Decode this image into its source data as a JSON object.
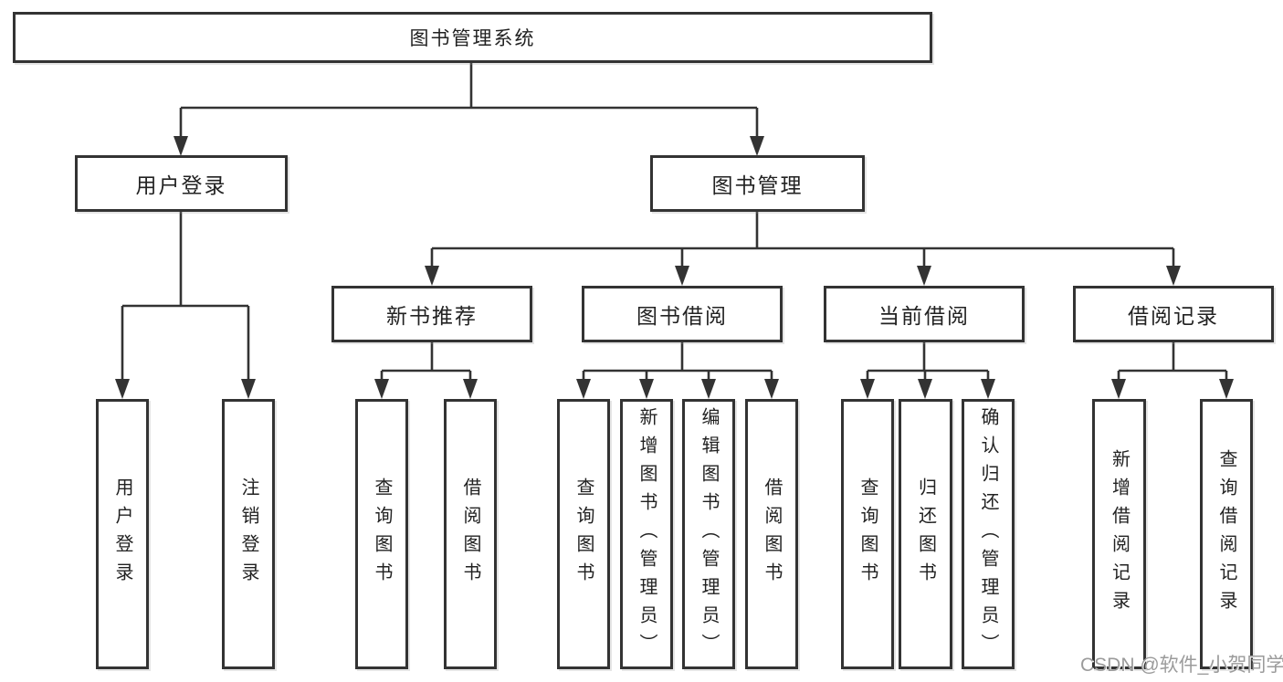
{
  "colors": {
    "line": "#333333",
    "box_border": "#333333",
    "text": "#222222",
    "watermark": "#9b9b9b",
    "background": "#ffffff"
  },
  "watermark": "CSDN @软件_小贺同学",
  "diagram": {
    "root": "图书管理系统",
    "level2": [
      "用户登录",
      "图书管理"
    ],
    "level3": [
      "新书推荐",
      "图书借阅",
      "当前借阅",
      "借阅记录"
    ],
    "leaves": {
      "login": [
        "用户登录",
        "注销登录"
      ],
      "recommend": [
        "查询图书",
        "借阅图书"
      ],
      "borrow": [
        "查询图书",
        "新增图书（管理员）",
        "编辑图书（管理员）",
        "借阅图书"
      ],
      "current": [
        "查询图书",
        "归还图书",
        "确认归还（管理员）"
      ],
      "records": [
        "新增借阅记录",
        "查询借阅记录"
      ]
    }
  }
}
